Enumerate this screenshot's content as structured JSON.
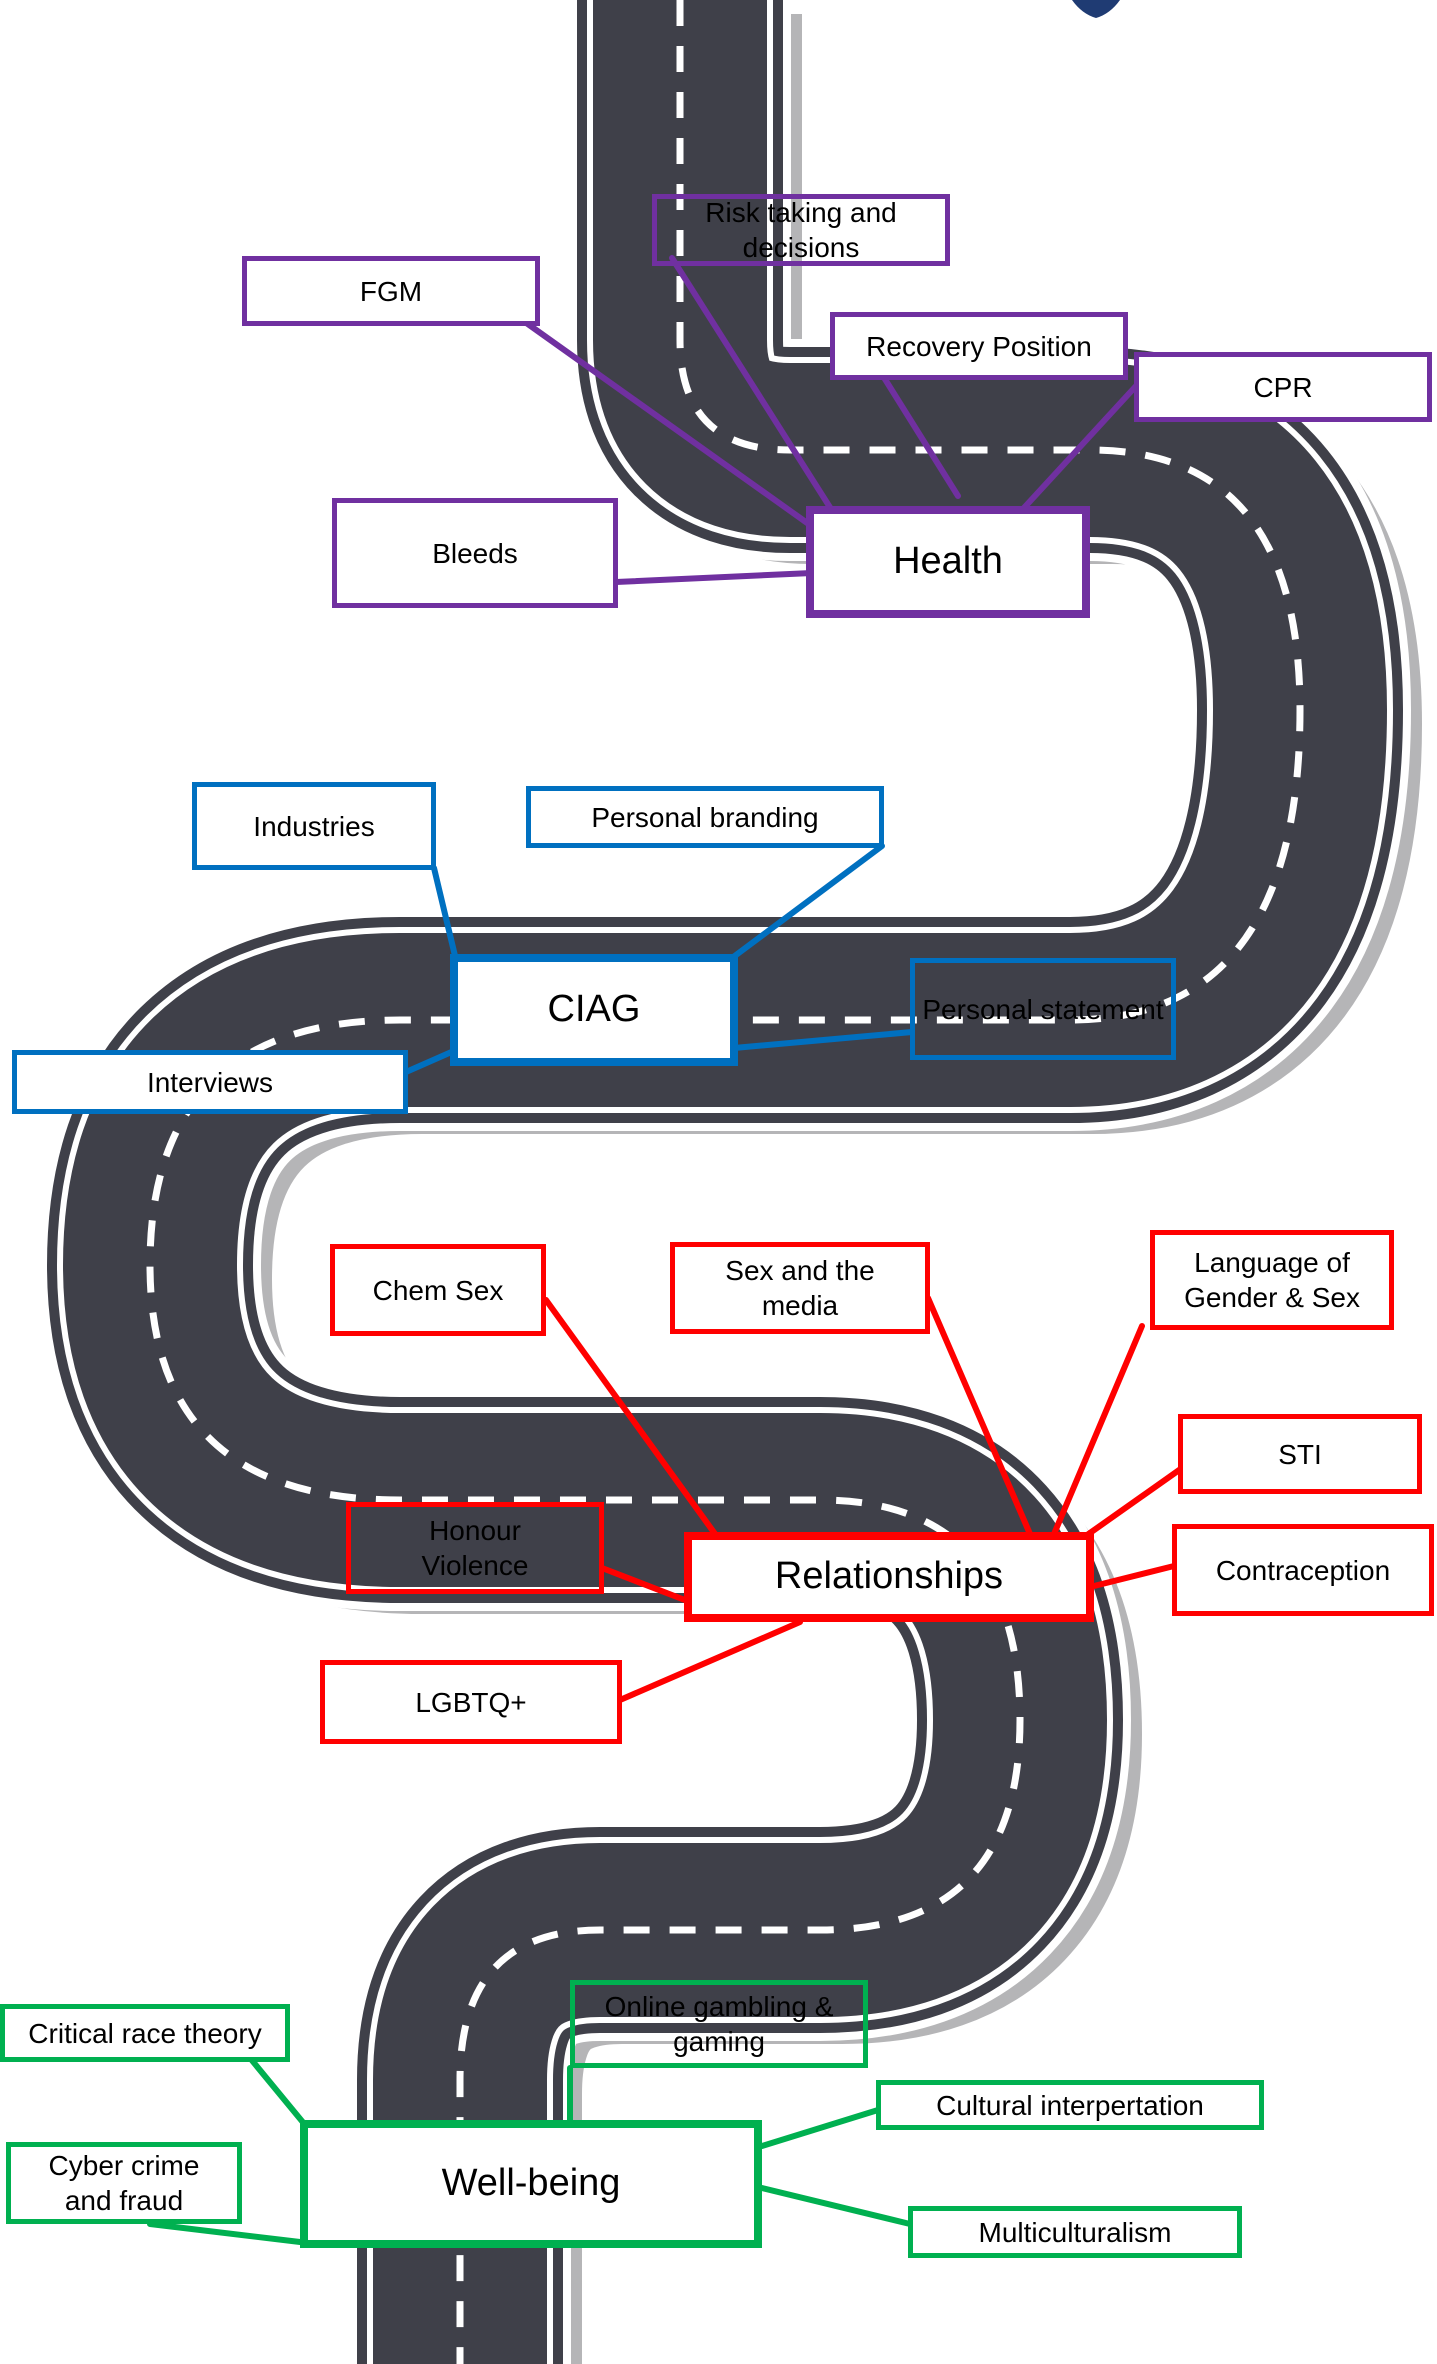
{
  "colors": {
    "health": "#7030A0",
    "ciag": "#0070C0",
    "relationships": "#FF0000",
    "wellbeing": "#00B050",
    "road": "#3F4049",
    "road_edge": "#FFFFFF",
    "road_shadow": "#B5B5B7"
  },
  "topics": {
    "health": {
      "hub": "Health",
      "items": {
        "risk": "Risk taking and decisions",
        "fgm": "FGM",
        "recovery": "Recovery Position",
        "cpr": "CPR",
        "bleeds": "Bleeds"
      }
    },
    "ciag": {
      "hub": "CIAG",
      "items": {
        "industries": "Industries",
        "branding": "Personal branding",
        "statement": "Personal statement",
        "interviews": "Interviews"
      }
    },
    "relationships": {
      "hub": "Relationships",
      "items": {
        "chem_sex": "Chem Sex",
        "sex_media": "Sex and the media",
        "language": "Language of Gender & Sex",
        "sti": "STI",
        "honour": "Honour Violence",
        "contraception": "Contraception",
        "lgbtq": "LGBTQ+"
      }
    },
    "wellbeing": {
      "hub": "Well-being",
      "items": {
        "crt": "Critical race theory",
        "gambling": "Online gambling & gaming",
        "cultural": "Cultural interpertation",
        "cyber": "Cyber crime and fraud",
        "multicultural": "Multiculturalism"
      }
    }
  }
}
